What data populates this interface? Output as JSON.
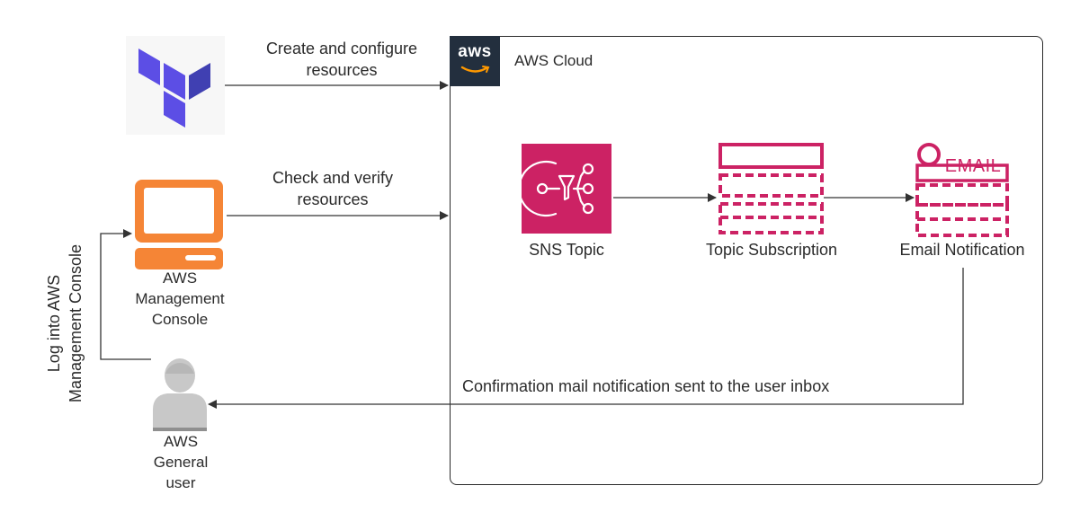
{
  "edges": {
    "terraform_to_cloud": "Create and configure\nresources",
    "console_to_cloud": "Check and verify\nresources",
    "email_to_user": "Confirmation mail notification sent to the user inbox",
    "user_to_console": "Log into AWS\nManagement Console"
  },
  "cloud": {
    "badge": "aws",
    "title": "AWS Cloud"
  },
  "nodes": {
    "sns_topic": "SNS Topic",
    "topic_subscription": "Topic Subscription",
    "email_notification": "Email Notification",
    "email_tag": "EMAIL",
    "console": "AWS\nManagement\nConsole",
    "user": "AWS\nGeneral\nuser"
  },
  "colors": {
    "terraform_purple": "#5c4ee5",
    "terraform_dark": "#4040b2",
    "sns_magenta": "#cc2264",
    "console_orange": "#f58536",
    "user_gray": "#c8c8c8",
    "aws_navy": "#232f3e"
  },
  "icons": [
    "terraform-logo-icon",
    "computer-icon",
    "user-icon",
    "sns-icon",
    "subscription-icon",
    "email-icon",
    "aws-logo-icon"
  ]
}
